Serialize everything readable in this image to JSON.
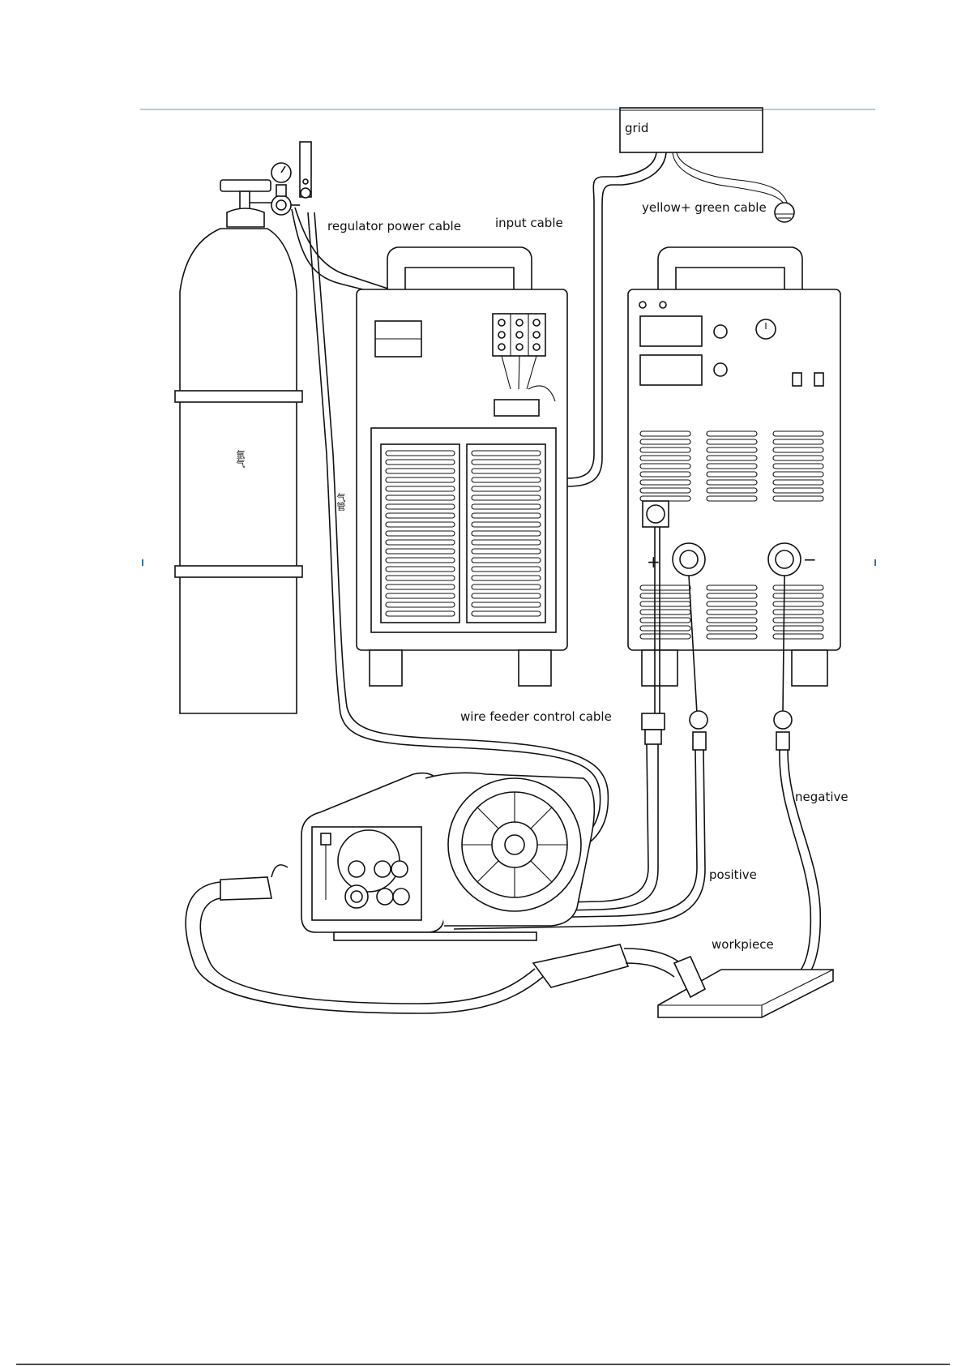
{
  "labels": {
    "grid": "grid",
    "yellow_green_cable": "yellow+ green cable",
    "input_cable": "input cable",
    "regulator_power_cable": "regulator power cable",
    "wire_feeder_control_cable": "wire feeder control cable",
    "negative": "negative",
    "positive": "positive",
    "workpiece": "workpiece"
  },
  "cylinder_text": "氩气",
  "hose_text": "气管",
  "polarity": {
    "plus": "+",
    "minus": "−"
  },
  "colors": {
    "line": "#111111",
    "rule": "#9db8d6"
  }
}
